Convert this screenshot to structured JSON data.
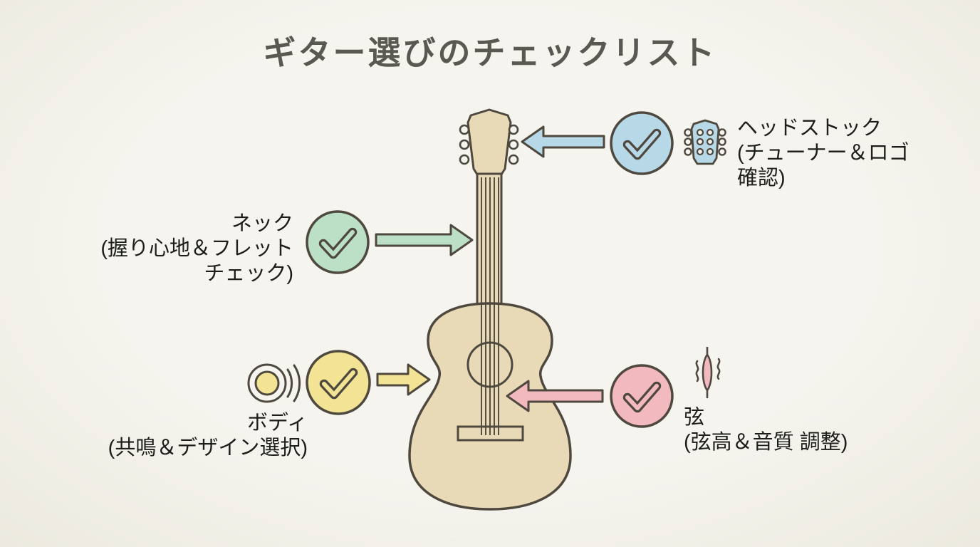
{
  "title": "ギター選びのチェックリスト",
  "colors": {
    "background": "#f5f4ee",
    "background_edge": "#eceadf",
    "outline": "#4e483e",
    "title": "#5a5951",
    "text": "#1d1d1b",
    "guitar": "#e9dab7",
    "blue": "#b7d8e7",
    "green": "#bce0c6",
    "yellow": "#f2e494",
    "pink": "#f2b9bf"
  },
  "callouts": {
    "headstock": {
      "lines": [
        "ヘッドストック",
        "(チューナー＆ロゴ",
        "確認)"
      ],
      "icon": "headstock-icon",
      "check_color": "blue",
      "arrow_direction": "left"
    },
    "neck": {
      "lines": [
        "ネック",
        "(握り心地＆フレット",
        "チェック)"
      ],
      "icon": "check-icon",
      "check_color": "green",
      "arrow_direction": "right"
    },
    "body": {
      "lines": [
        "ボディ",
        "(共鳴＆デザイン選択)"
      ],
      "icon": "resonance-icon",
      "check_color": "yellow",
      "arrow_direction": "right"
    },
    "strings": {
      "lines": [
        "弦",
        "(弦高＆音質 調整)"
      ],
      "icon": "vibrating-string-icon",
      "check_color": "pink",
      "arrow_direction": "left"
    }
  }
}
